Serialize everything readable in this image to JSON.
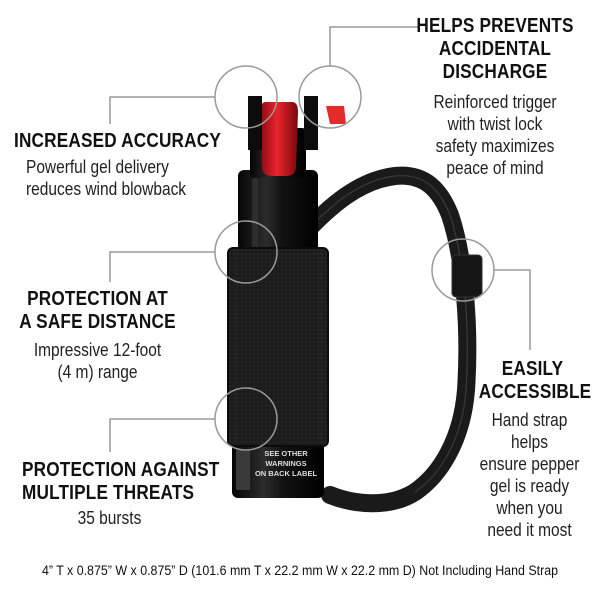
{
  "features": [
    {
      "id": "accuracy",
      "title_lines": [
        "INCREASED ACCURACY"
      ],
      "body_lines": [
        "Powerful gel delivery",
        "reduces wind blowback"
      ]
    },
    {
      "id": "discharge",
      "title_lines": [
        "HELPS PREVENTS",
        "ACCIDENTAL",
        "DISCHARGE"
      ],
      "body_lines": [
        "Reinforced trigger",
        "with twist lock",
        "safety maximizes",
        "peace of mind"
      ]
    },
    {
      "id": "distance",
      "title_lines": [
        "PROTECTION AT",
        "A SAFE DISTANCE"
      ],
      "body_lines": [
        "Impressive 12-foot",
        "(4 m) range"
      ]
    },
    {
      "id": "accessible",
      "title_lines": [
        "EASILY",
        "ACCESSIBLE"
      ],
      "body_lines": [
        "Hand strap helps",
        "ensure pepper",
        "gel is ready",
        "when you",
        "need it most"
      ]
    },
    {
      "id": "threats",
      "title_lines": [
        "PROTECTION AGAINST",
        "MULTIPLE THREATS"
      ],
      "body_lines": [
        "35 bursts"
      ]
    }
  ],
  "product_label": {
    "lines": [
      "SEE OTHER",
      "WARNINGS",
      "ON BACK LABEL"
    ]
  },
  "footer": "4” T x 0.875” W x 0.875” D (101.6 mm T x 22.2 mm W x 22.2 mm D) Not Including Hand Strap",
  "colors": {
    "canister": "#141414",
    "cap_red": "#d8141c",
    "sleeve": "#1c1c1c",
    "strap": "#1a1a1a",
    "callout_line": "#9a9a9a",
    "heading": "#111111"
  }
}
